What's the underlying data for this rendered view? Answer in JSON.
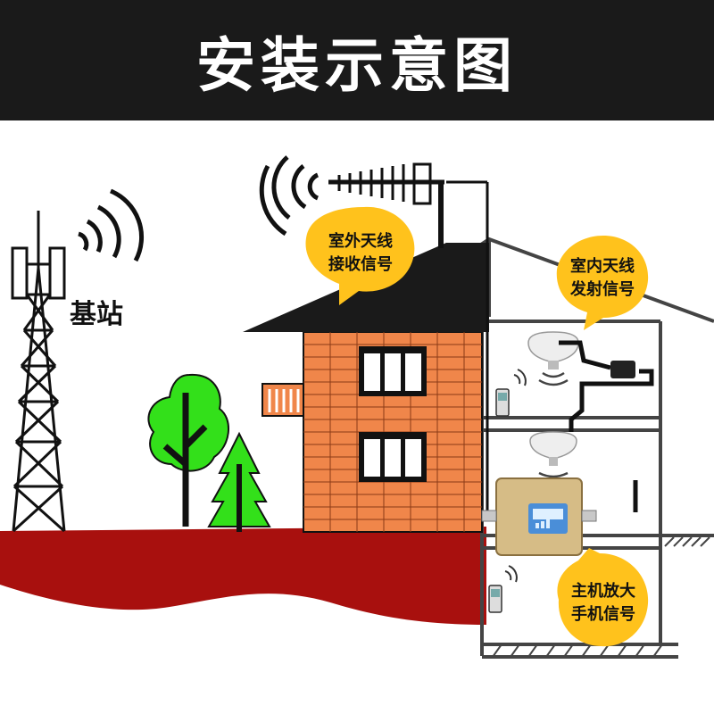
{
  "title": "安装示意图",
  "labels": {
    "base_station": "基站",
    "outdoor_antenna_line1": "室外天线",
    "outdoor_antenna_line2": "接收信号",
    "indoor_antenna_line1": "室内天线",
    "indoor_antenna_line2": "发射信号",
    "amplifier_line1": "主机放大",
    "amplifier_line2": "手机信号"
  },
  "colors": {
    "header_bg": "#1a1a1a",
    "bubble": "#ffc21c",
    "ground": "#a8100e",
    "brick": "#f0864a",
    "roof": "#1a1a1a",
    "tree": "#33e01a",
    "amplifier": "#d6bc86",
    "display": "#4a8ed8"
  }
}
